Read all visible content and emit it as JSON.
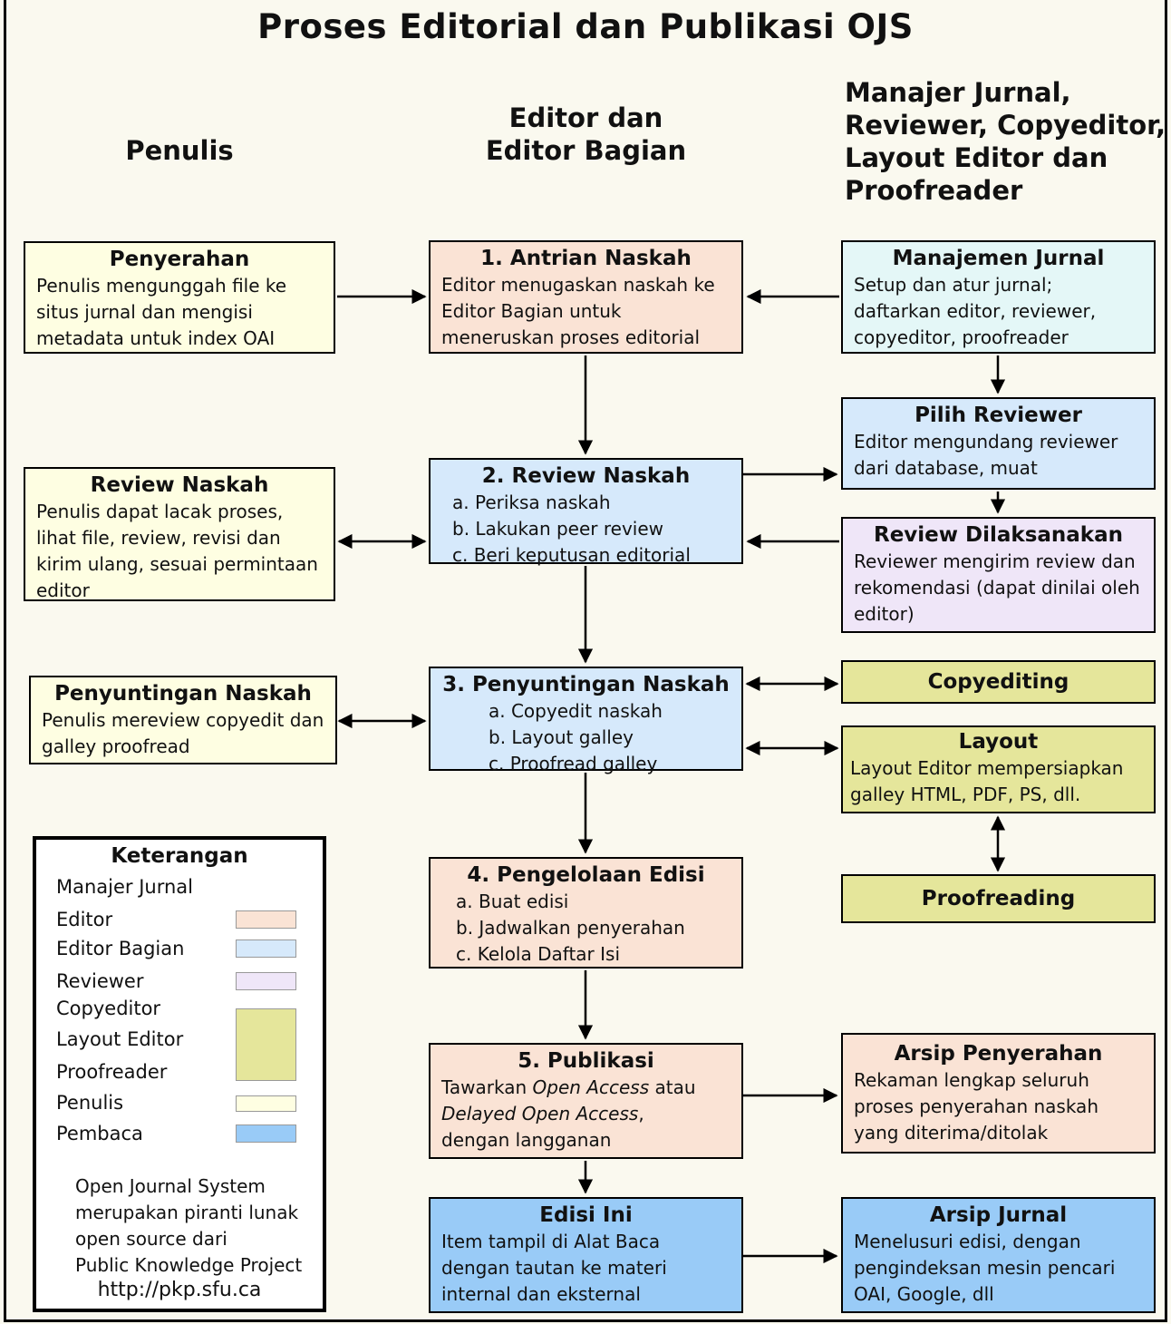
{
  "title": "Proses Editorial dan Publikasi OJS",
  "column_headers": {
    "penulis": "Penulis",
    "editor": "Editor dan\nEditor Bagian",
    "manajer": "Manajer Jurnal,\nReviewer, Copyeditor,\nLayout Editor dan\nProofreader"
  },
  "colors": {
    "background": "#FAF9EF",
    "penulis": "#FEFEE2",
    "editor": "#FAE3D5",
    "editor_bagian": "#D6E9FB",
    "manajer_jurnal_box": "#E4F7F7",
    "reviewer": "#EFE6F8",
    "copyeditor_layout_proofreader": "#E5E69B",
    "pembaca": "#99CBF7",
    "legend_background": "#FFFFFF"
  },
  "boxes": {
    "penyerahan": {
      "title": "Penyerahan",
      "body": "Penulis mengunggah file ke situs jurnal dan mengisi metadata untuk index OAI"
    },
    "review_naskah_penulis": {
      "title": "Review Naskah",
      "body": "Penulis dapat lacak proses, lihat file, review, revisi dan kirim ulang, sesuai permintaan editor"
    },
    "penyuntingan_naskah_penulis": {
      "title": "Penyuntingan Naskah",
      "body": "Penulis mereview copyedit dan galley proofread"
    },
    "antrian_naskah": {
      "title": "1. Antrian Naskah",
      "body": "Editor menugaskan naskah ke Editor Bagian untuk meneruskan proses editorial"
    },
    "review_naskah": {
      "title": "2. Review Naskah",
      "items": [
        "a. Periksa naskah",
        "b. Lakukan peer review",
        "c. Beri keputusan editorial"
      ]
    },
    "penyuntingan_naskah": {
      "title": "3. Penyuntingan Naskah",
      "items": [
        "a. Copyedit naskah",
        "b. Layout galley",
        "c. Proofread galley"
      ]
    },
    "pengelolaan_edisi": {
      "title": "4. Pengelolaan Edisi",
      "items": [
        "a. Buat edisi",
        "b. Jadwalkan penyerahan",
        "c. Kelola Daftar Isi"
      ]
    },
    "publikasi": {
      "title": "5. Publikasi",
      "lines": [
        [
          {
            "t": "Tawarkan "
          },
          {
            "t": "Open Access",
            "italic": true
          },
          {
            "t": " atau"
          }
        ],
        [
          {
            "t": "Delayed Open Access",
            "italic": true
          },
          {
            "t": ","
          }
        ],
        [
          {
            "t": "dengan langganan"
          }
        ]
      ]
    },
    "edisi_ini": {
      "title": "Edisi Ini",
      "body": "Item tampil di Alat Baca dengan tautan ke materi internal dan eksternal"
    },
    "manajemen_jurnal": {
      "title": "Manajemen Jurnal",
      "body": "Setup dan atur jurnal; daftarkan editor, reviewer, copyeditor, proofreader"
    },
    "pilih_reviewer": {
      "title": "Pilih Reviewer",
      "body": "Editor mengundang reviewer dari database, muat"
    },
    "review_dilaksanakan": {
      "title": "Review Dilaksanakan",
      "body": "Reviewer mengirim review dan rekomendasi (dapat dinilai oleh editor)"
    },
    "copyediting": {
      "title": "Copyediting"
    },
    "layout": {
      "title": "Layout",
      "body": "Layout Editor mempersiapkan galley HTML, PDF, PS, dll."
    },
    "proofreading": {
      "title": "Proofreading"
    },
    "arsip_penyerahan": {
      "title": "Arsip Penyerahan",
      "body": "Rekaman lengkap seluruh proses penyerahan naskah yang diterima/ditolak"
    },
    "arsip_jurnal": {
      "title": "Arsip Jurnal",
      "body": "Menelusuri edisi, dengan pengindeksan mesin pencari OAI, Google, dll"
    }
  },
  "legend": {
    "title": "Keterangan",
    "labels": {
      "manajer_jurnal": "Manajer Jurnal",
      "editor": "Editor",
      "editor_bagian": "Editor Bagian",
      "reviewer": "Reviewer",
      "copyeditor": "Copyeditor",
      "layout_editor": "Layout Editor",
      "proofreader": "Proofreader",
      "penulis": "Penulis",
      "pembaca": "Pembaca"
    },
    "note": "Open Journal System\nmerupakan piranti lunak\nopen source dari\nPublic Knowledge Project",
    "url": "http://pkp.sfu.ca"
  }
}
